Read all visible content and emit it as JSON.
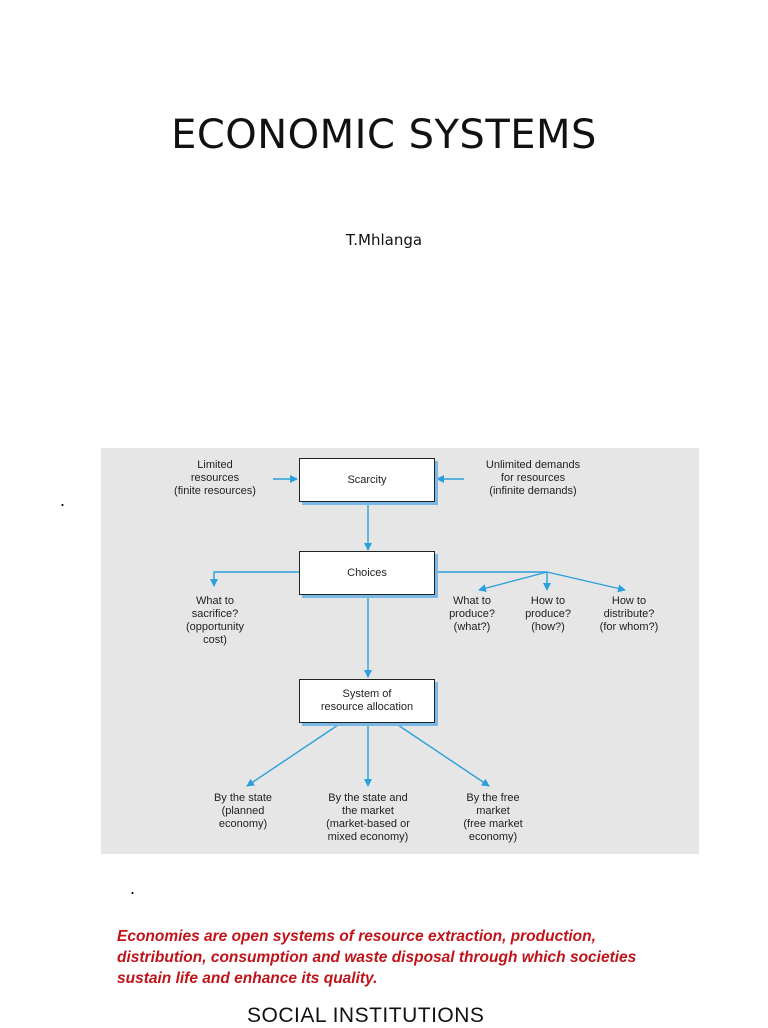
{
  "slide": {
    "title": "ECONOMIC SYSTEMS",
    "author": "T.Mhlanga",
    "bullet_1": ".",
    "bullet_2": ".",
    "definition": "Economies are open systems of resource extraction, production, distribution, consumption and waste disposal through which societies sustain life and enhance its quality.",
    "next_heading": "SOCIAL INSTITUTIONS"
  },
  "diagram": {
    "box_scarcity": "Scarcity",
    "box_choices": "Choices",
    "box_system": "System of\nresource allocation",
    "limited_resources": "Limited\nresources\n(finite resources)",
    "unlimited_demands": "Unlimited demands\nfor resources\n(infinite demands)",
    "what_to_sacrifice": "What to\nsacrifice?\n(opportunity\ncost)",
    "what_to_produce": "What to\nproduce?\n(what?)",
    "how_to_produce": "How to\nproduce?\n(how?)",
    "how_to_distribute": "How to\ndistribute?\n(for whom?)",
    "by_state": "By the state\n(planned\neconomy)",
    "by_state_market": "By the state and\nthe market\n(market-based or\nmixed economy)",
    "by_free_market": "By the free\nmarket\n(free market\neconomy)",
    "arrow_color": "#2aa0dc"
  }
}
